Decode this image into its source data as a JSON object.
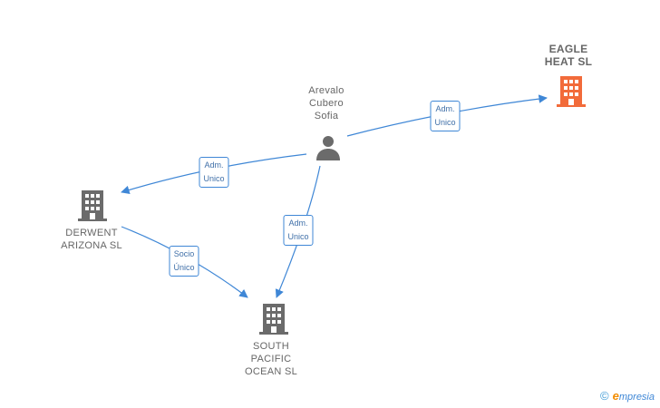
{
  "nodes": {
    "person": {
      "lines": [
        "Arevalo",
        "Cubero",
        "Sofia"
      ]
    },
    "eagle": {
      "lines": [
        "EAGLE",
        "HEAT SL"
      ]
    },
    "derwent": {
      "lines": [
        "DERWENT",
        "ARIZONA SL"
      ]
    },
    "south": {
      "lines": [
        "SOUTH",
        "PACIFIC",
        "OCEAN SL"
      ]
    }
  },
  "edges": {
    "to_eagle": [
      "Adm.",
      "Unico"
    ],
    "to_derwent": [
      "Adm.",
      "Unico"
    ],
    "to_south": [
      "Adm.",
      "Unico"
    ],
    "derwent_to_south": [
      "Socio",
      "Único"
    ]
  },
  "colors": {
    "edge": "#3f87d6",
    "node_icon": "#6b6b6b",
    "highlight_icon": "#f26b3a"
  },
  "brand": {
    "copyright": "©",
    "initial": "e",
    "rest": "mpresia"
  }
}
